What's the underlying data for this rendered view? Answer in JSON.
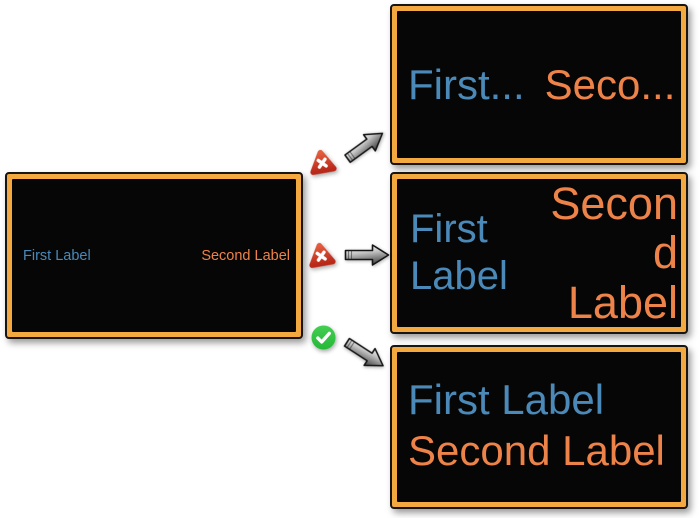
{
  "colors": {
    "background": "#FFFFFF",
    "frame_orange": "#F3A93F",
    "screen_black": "#060606",
    "label_blue": "#4A89B8",
    "label_orange": "#ED8348",
    "error_red": "#C9311F",
    "success_green": "#2FC13B",
    "arrow_gray": "#9A9A9A"
  },
  "source_panel": {
    "first_label": "First Label",
    "second_label": "Second Label"
  },
  "results": [
    {
      "name": "truncated-single-line",
      "verdict": "rejected",
      "badge_icon": "error-x-triangle-icon",
      "arrow_icon": "arrow-up-right-icon",
      "first_text": "First...",
      "second_text": "Seco..."
    },
    {
      "name": "awkward-character-wrap",
      "verdict": "rejected",
      "badge_icon": "error-x-triangle-icon",
      "arrow_icon": "arrow-right-icon",
      "first_lines": [
        "First",
        "Label"
      ],
      "second_lines": [
        "Secon",
        "d",
        "Label"
      ]
    },
    {
      "name": "stacked-vertical",
      "verdict": "accepted",
      "badge_icon": "success-check-circle-icon",
      "arrow_icon": "arrow-down-right-icon",
      "first_text": "First Label",
      "second_text": "Second Label"
    }
  ]
}
